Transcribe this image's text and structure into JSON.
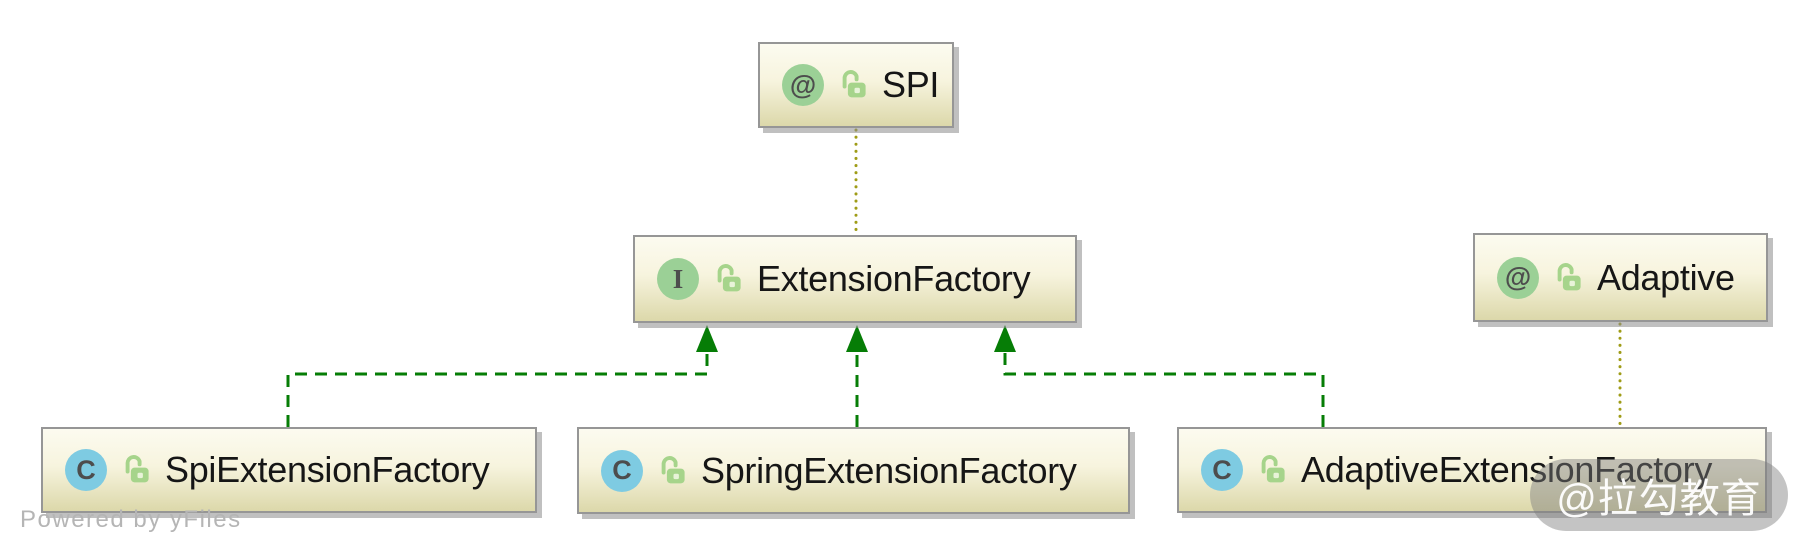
{
  "diagram": {
    "title_context": "Dubbo ExtensionFactory class diagram",
    "nodes": [
      {
        "id": "spi",
        "type": "annotation",
        "icon_letter": "@",
        "label": "SPI"
      },
      {
        "id": "extension-factory",
        "type": "interface",
        "icon_letter": "I",
        "label": "ExtensionFactory"
      },
      {
        "id": "adaptive",
        "type": "annotation",
        "icon_letter": "@",
        "label": "Adaptive"
      },
      {
        "id": "spi-extension-factory",
        "type": "class",
        "icon_letter": "C",
        "label": "SpiExtensionFactory"
      },
      {
        "id": "spring-extension-factory",
        "type": "class",
        "icon_letter": "C",
        "label": "SpringExtensionFactory"
      },
      {
        "id": "adaptive-extension-factory",
        "type": "class",
        "icon_letter": "C",
        "label": "AdaptiveExtensionFactory"
      }
    ],
    "edges": [
      {
        "from": "SPI",
        "to": "ExtensionFactory",
        "style": "dotted-annotation"
      },
      {
        "from": "Adaptive",
        "to": "AdaptiveExtensionFactory",
        "style": "dotted-annotation"
      },
      {
        "from": "SpiExtensionFactory",
        "to": "ExtensionFactory",
        "style": "dashed-implements-arrow"
      },
      {
        "from": "SpringExtensionFactory",
        "to": "ExtensionFactory",
        "style": "dashed-implements-arrow"
      },
      {
        "from": "AdaptiveExtensionFactory",
        "to": "ExtensionFactory",
        "style": "dashed-implements-arrow"
      }
    ]
  },
  "colors": {
    "edge_green": "#067d06",
    "edge_dotted_olive": "#9f9c17",
    "lock_green": "#a6d48b",
    "lock_hole": "#e8f3d9",
    "annotation_icon_bg": "#9bd096",
    "interface_icon_bg": "#9bd096",
    "class_icon_bg": "#7ecbe2",
    "node_fill_top": "#fcfbf0",
    "node_fill_bottom": "#dcd8aa",
    "node_border": "#969696"
  },
  "watermarks": {
    "powered_by": "Powered by yFiles",
    "badge": "@拉勾教育"
  }
}
